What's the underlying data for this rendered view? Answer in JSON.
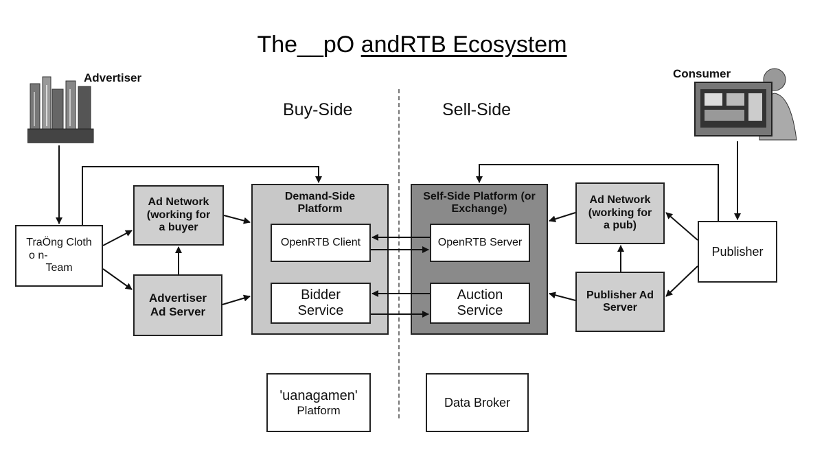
{
  "title": {
    "part1": "The__pO ",
    "part2": "andRTB Ecosystem"
  },
  "sides": {
    "buy": "Buy-Side",
    "sell": "Sell-Side"
  },
  "actors": {
    "advertiser": "Advertiser",
    "consumer": "Consumer"
  },
  "nodes": {
    "trading_team": {
      "line1": "TraÖng Cloth",
      "line2": "o    n-",
      "line3": "Team"
    },
    "ad_network_buyer": {
      "line1": "Ad Network",
      "line2": "(working for",
      "line3": "a buyer"
    },
    "advertiser_ad_server": {
      "line1": "Advertiser",
      "line2": "Ad Server"
    },
    "dsp": {
      "title1": "Demand-Side",
      "title2": "Platform",
      "client": "OpenRTB Client",
      "bidder1": "Bidder",
      "bidder2": "Service"
    },
    "ssp": {
      "title1": "Self-Side Platform (or",
      "title2": "Exchange)",
      "server": "OpenRTB Server",
      "auction1": "Auction",
      "auction2": "Service"
    },
    "ad_network_pub": {
      "line1": "Ad Network",
      "line2": "(working for",
      "line3": "a pub)"
    },
    "publisher_ad_server": {
      "line1": "Publisher Ad",
      "line2": "Server"
    },
    "publisher": "Publisher",
    "dmp": {
      "line1": "'uanagamen'",
      "line2": "Platform"
    },
    "data_broker": "Data Broker"
  },
  "icons": {
    "advertiser": "factory-buildings-icon",
    "consumer": "person-at-computer-icon"
  },
  "colors": {
    "grey_box": "#cfcfcf",
    "dsp_fill": "#c8c8c8",
    "ssp_fill": "#8a8a8a"
  }
}
